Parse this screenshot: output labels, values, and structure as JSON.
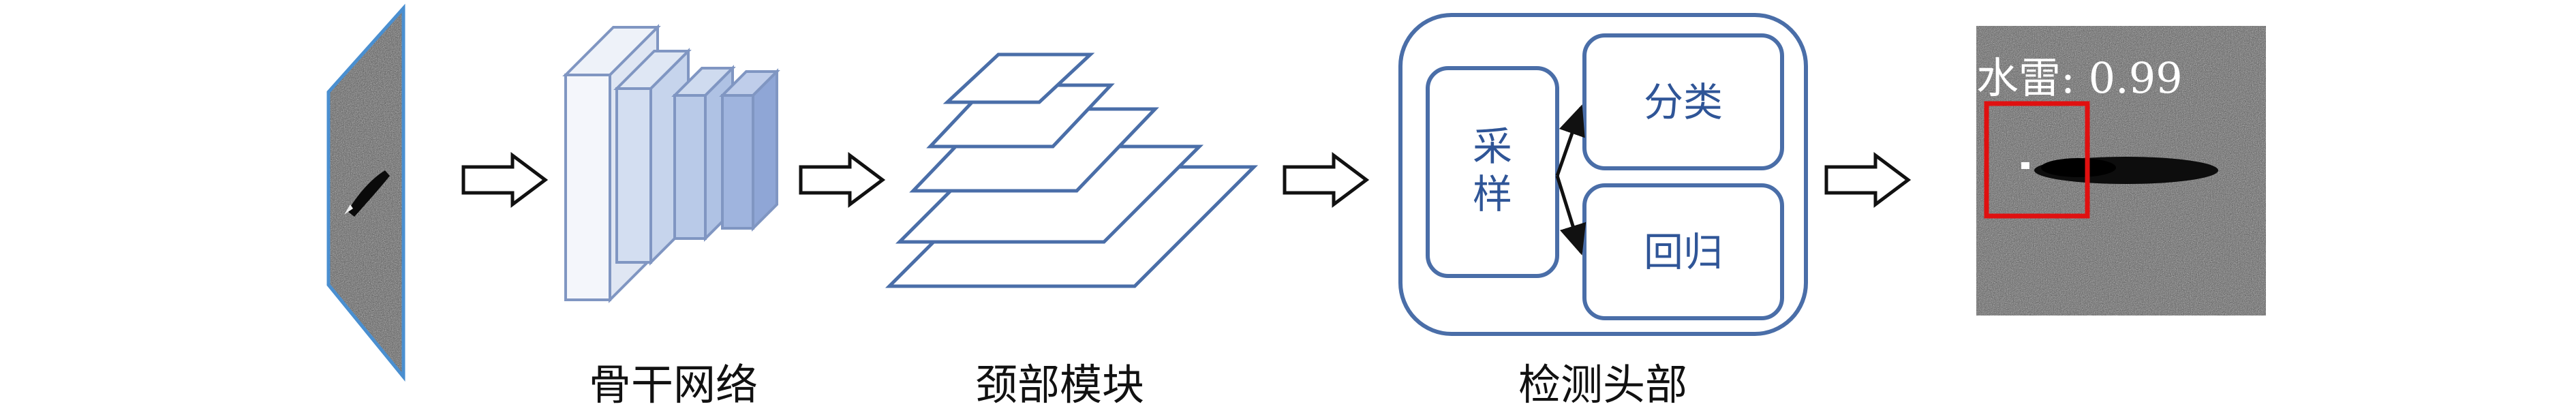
{
  "stages": {
    "backbone": "骨干网络",
    "neck": "颈部模块",
    "head": "检测头部"
  },
  "head_module": {
    "sampling": [
      "采",
      "样"
    ],
    "classification": "分类",
    "regression": "回归"
  },
  "detection": {
    "label": "水雷: 0.99"
  },
  "colors": {
    "stroke_blue": "#4a6ea8",
    "layer_fill_light": "#dce5f2",
    "layer_fill_mid": "#b7c8e6",
    "layer_fill_dark": "#8ea6d4",
    "box_red": "#e01010",
    "label_blue": "#2f5597"
  }
}
